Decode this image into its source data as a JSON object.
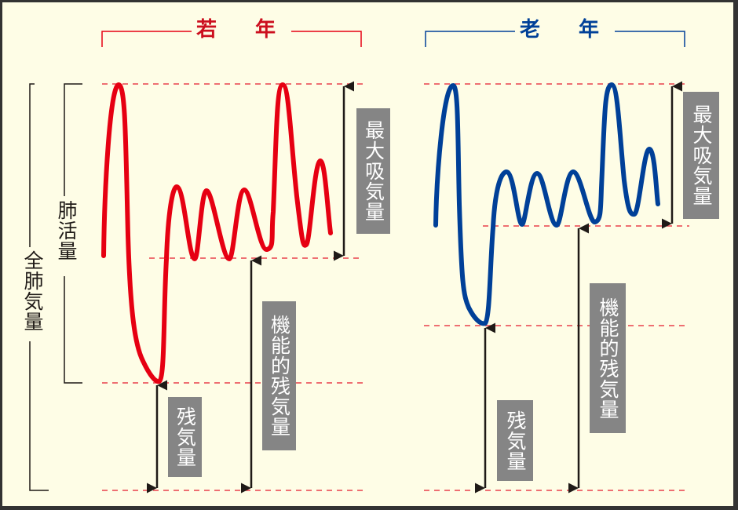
{
  "figure": {
    "colors": {
      "young": "#e60012",
      "old": "#004098",
      "background": "#fefde6",
      "guide_dash": "#e8404c",
      "label_box": "#858585",
      "arrow": "#1f1a17"
    },
    "left_labels": {
      "total_lung_capacity": "全肺気量",
      "vital_capacity": "肺活量"
    },
    "panels": [
      {
        "id": "young",
        "title": "若 年",
        "labels": {
          "inspiratory_capacity": "最大吸気量",
          "functional_residual_capacity": "機能的残気量",
          "residual_volume": "残気量"
        }
      },
      {
        "id": "old",
        "title": "老 年",
        "labels": {
          "inspiratory_capacity": "最大吸気量",
          "functional_residual_capacity": "機能的残気量",
          "residual_volume": "残気量"
        }
      }
    ]
  }
}
